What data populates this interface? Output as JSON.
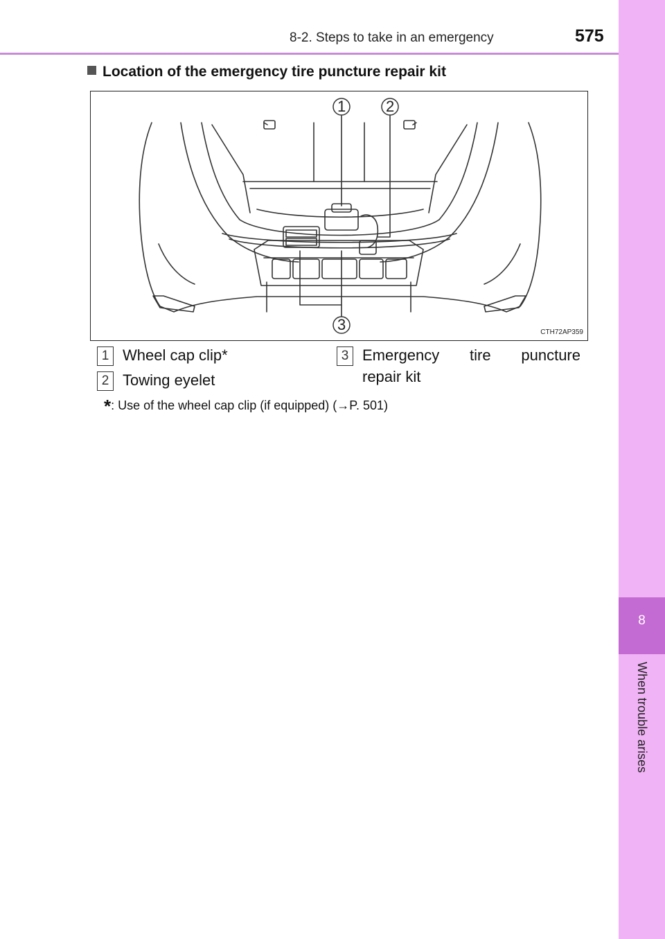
{
  "header": {
    "section": "8-2. Steps to take in an emergency",
    "page_number": "575"
  },
  "side_tab": {
    "chapter_number": "8",
    "chapter_title": "When trouble arises"
  },
  "section": {
    "heading": "Location of the emergency tire puncture repair kit"
  },
  "figure": {
    "code": "CTH72AP359",
    "callouts": [
      "1",
      "2",
      "3"
    ]
  },
  "legend": {
    "items": [
      {
        "num": "1",
        "text": "Wheel cap clip*"
      },
      {
        "num": "2",
        "text": "Towing eyelet"
      },
      {
        "num": "3",
        "text_line1_words": [
          "Emergency",
          "tire",
          "puncture"
        ],
        "text_line2": "repair kit"
      }
    ]
  },
  "footnote": {
    "star": "*",
    "text": ": Use of the wheel cap clip (if equipped) (→P. 501)"
  },
  "colors": {
    "accent_light": "#f0b3f5",
    "accent_dark": "#c46ad3",
    "rule": "#c98bd8"
  }
}
